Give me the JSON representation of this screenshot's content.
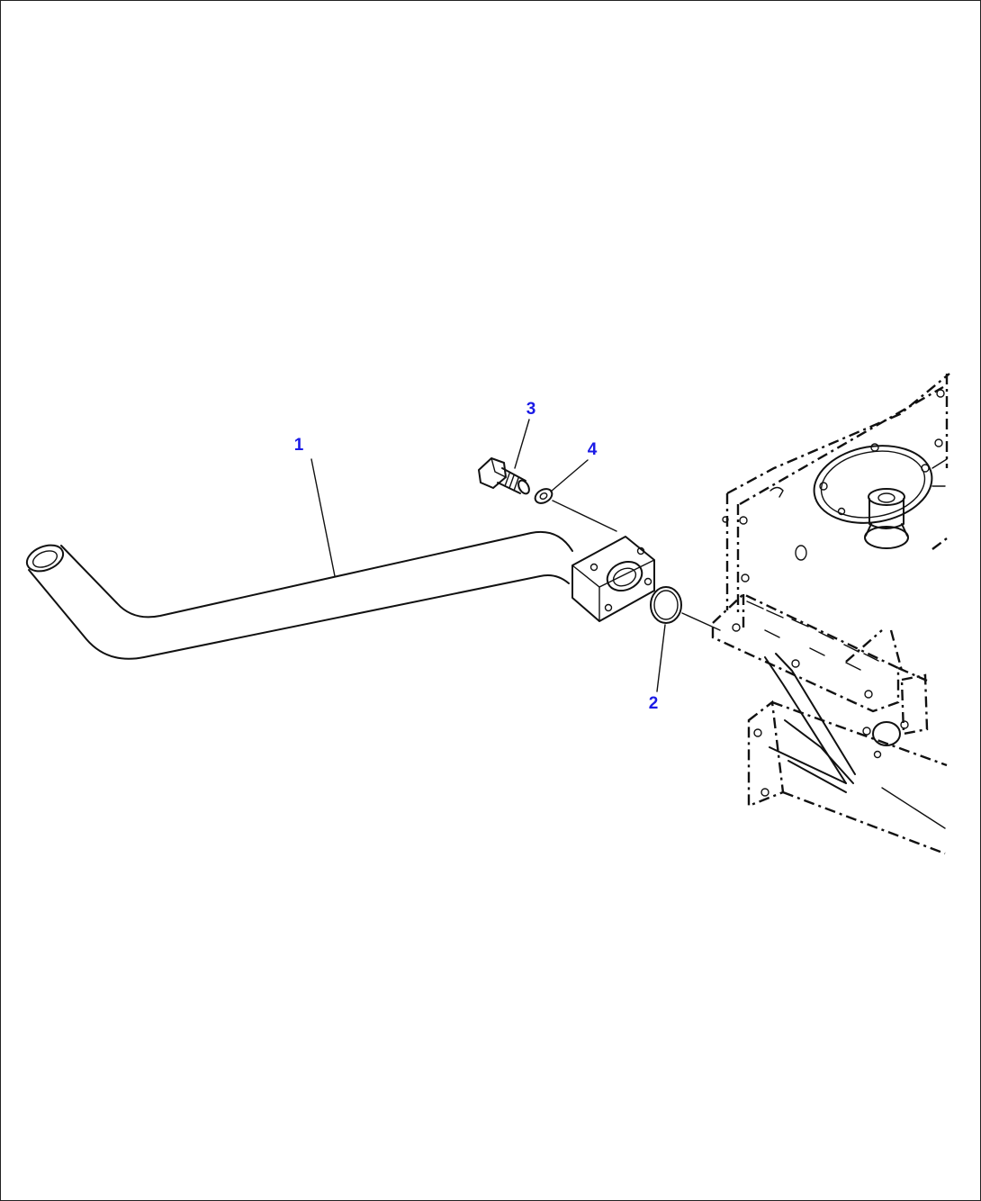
{
  "colors": {
    "callout": "#1a1ae6",
    "line": "#111111",
    "background": "#ffffff"
  },
  "callouts": [
    {
      "id": "1",
      "label": "1",
      "part": "pipe"
    },
    {
      "id": "2",
      "label": "2",
      "part": "o-ring"
    },
    {
      "id": "3",
      "label": "3",
      "part": "bolt"
    },
    {
      "id": "4",
      "label": "4",
      "part": "washer"
    }
  ]
}
